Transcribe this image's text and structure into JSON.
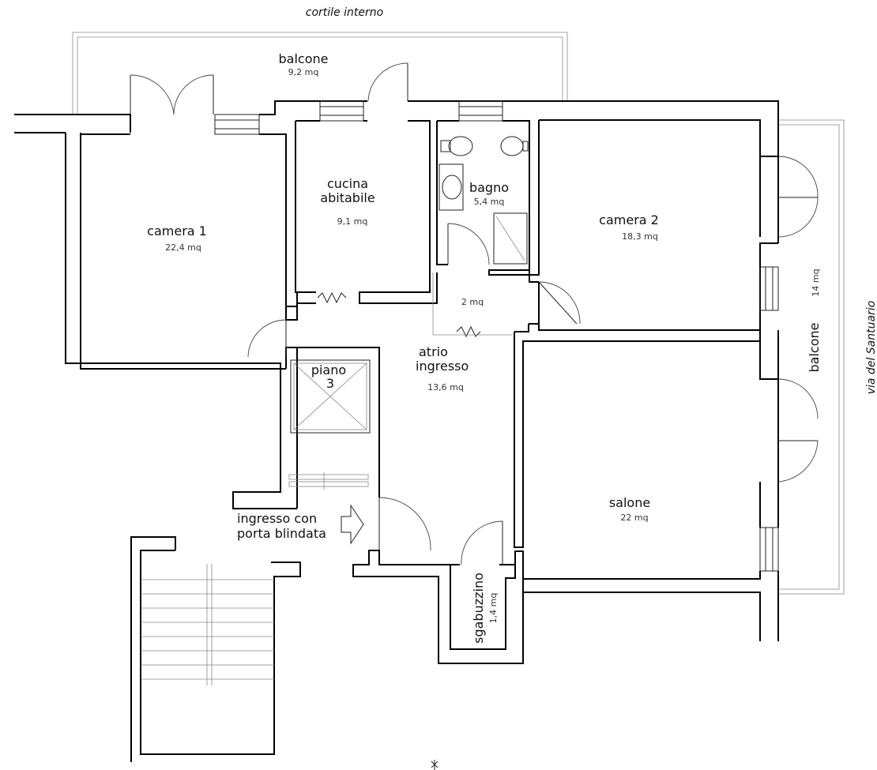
{
  "labels": {
    "cortile": "cortile interno",
    "via": "via del Santuario"
  },
  "rooms": {
    "balcone_top": {
      "name": "balcone",
      "area": "9,2 mq"
    },
    "camera1": {
      "name": "camera 1",
      "area": "22,4 mq"
    },
    "cucina": {
      "name_line1": "cucina",
      "name_line2": "abitabile",
      "area": "9,1 mq"
    },
    "bagno": {
      "name": "bagno",
      "area": "5,4 mq"
    },
    "disimpegno": {
      "area": "2 mq"
    },
    "camera2": {
      "name": "camera 2",
      "area": "18,3 mq"
    },
    "balcone_right": {
      "name": "balcone",
      "area": "14 mq"
    },
    "atrio": {
      "name_line1": "atrio",
      "name_line2": "ingresso",
      "area": "13,6 mq"
    },
    "salone": {
      "name": "salone",
      "area": "22 mq"
    },
    "piano": {
      "name_line1": "piano",
      "name_line2": "3"
    },
    "ingresso": {
      "line1": "ingresso con",
      "line2": "porta blindata"
    },
    "sgabuzzino": {
      "name": "sgabuzzino",
      "area": "1,4 mq"
    }
  }
}
